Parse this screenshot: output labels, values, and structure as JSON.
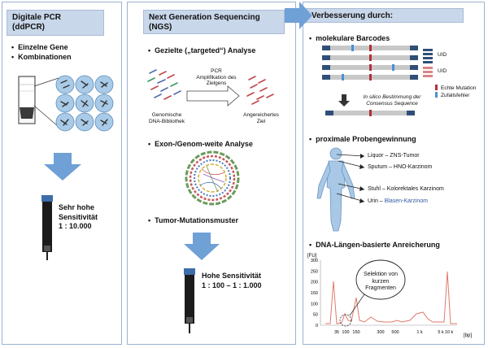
{
  "col1": {
    "title": "Digitale PCR",
    "subtitle": "(ddPCR)",
    "bullets": [
      "Einzelne Gene",
      "Kombinationen"
    ],
    "result": [
      "Sehr hohe",
      "Sensitivität",
      "1 : 10.000"
    ]
  },
  "col2": {
    "title": "Next Generation Sequencing",
    "subtitle": "(NGS)",
    "bullet1": "Gezielte („targeted“) Analyse",
    "pcr_label": [
      "PCR",
      "Amplifikation des",
      "Zielgens"
    ],
    "left_label": [
      "Genomische",
      "DNA-Bibliothek"
    ],
    "right_label": [
      "Angereichertes",
      "Ziel"
    ],
    "bullet2": "Exon-/Genom-weite Analyse",
    "bullet3": "Tumor-Mutationsmuster",
    "result": [
      "Hohe Sensitivität",
      "1 : 100 – 1 : 1.000"
    ]
  },
  "col3": {
    "title": "Verbesserung durch:",
    "bullet1": "molekulare Barcodes",
    "legend": [
      "UID",
      "UID",
      "Echte Mutation",
      "Zufallsfehler"
    ],
    "insilico": [
      "In silico Bestimmung der",
      "Consensus Sequence"
    ],
    "bullet2": "proximale Probengewinnung",
    "body_labels": [
      {
        "src": "Liquor",
        "dst": "ZNS-Tumor"
      },
      {
        "src": "Sputum",
        "dst": "HNO-Karzinom"
      },
      {
        "src": "Stuhl",
        "dst": "Kolorektales Karzinom"
      },
      {
        "src": "Urin",
        "dst": "Blasen-Karzinom"
      }
    ],
    "bullet3": "DNA-Längen-basierte Anreicherung",
    "callout": [
      "Selektion von",
      "kurzen",
      "Fragmenten"
    ]
  },
  "chart_data": {
    "type": "line",
    "ylabel": "[FU]",
    "xlabel": "[bp]",
    "yticks": [
      0,
      50,
      100,
      150,
      200,
      250,
      300
    ],
    "xticks": [
      "35",
      "100",
      "150",
      "300",
      "500",
      "1 k",
      "5 k",
      "10 k"
    ]
  },
  "colors": {
    "header_bg": "#c9d7ea",
    "arrow": "#6fa0d6",
    "trace": "#e07a6a",
    "mutation": "#b0303a",
    "uid_blue": "#4b8fd4",
    "uid_red": "#d98585"
  }
}
